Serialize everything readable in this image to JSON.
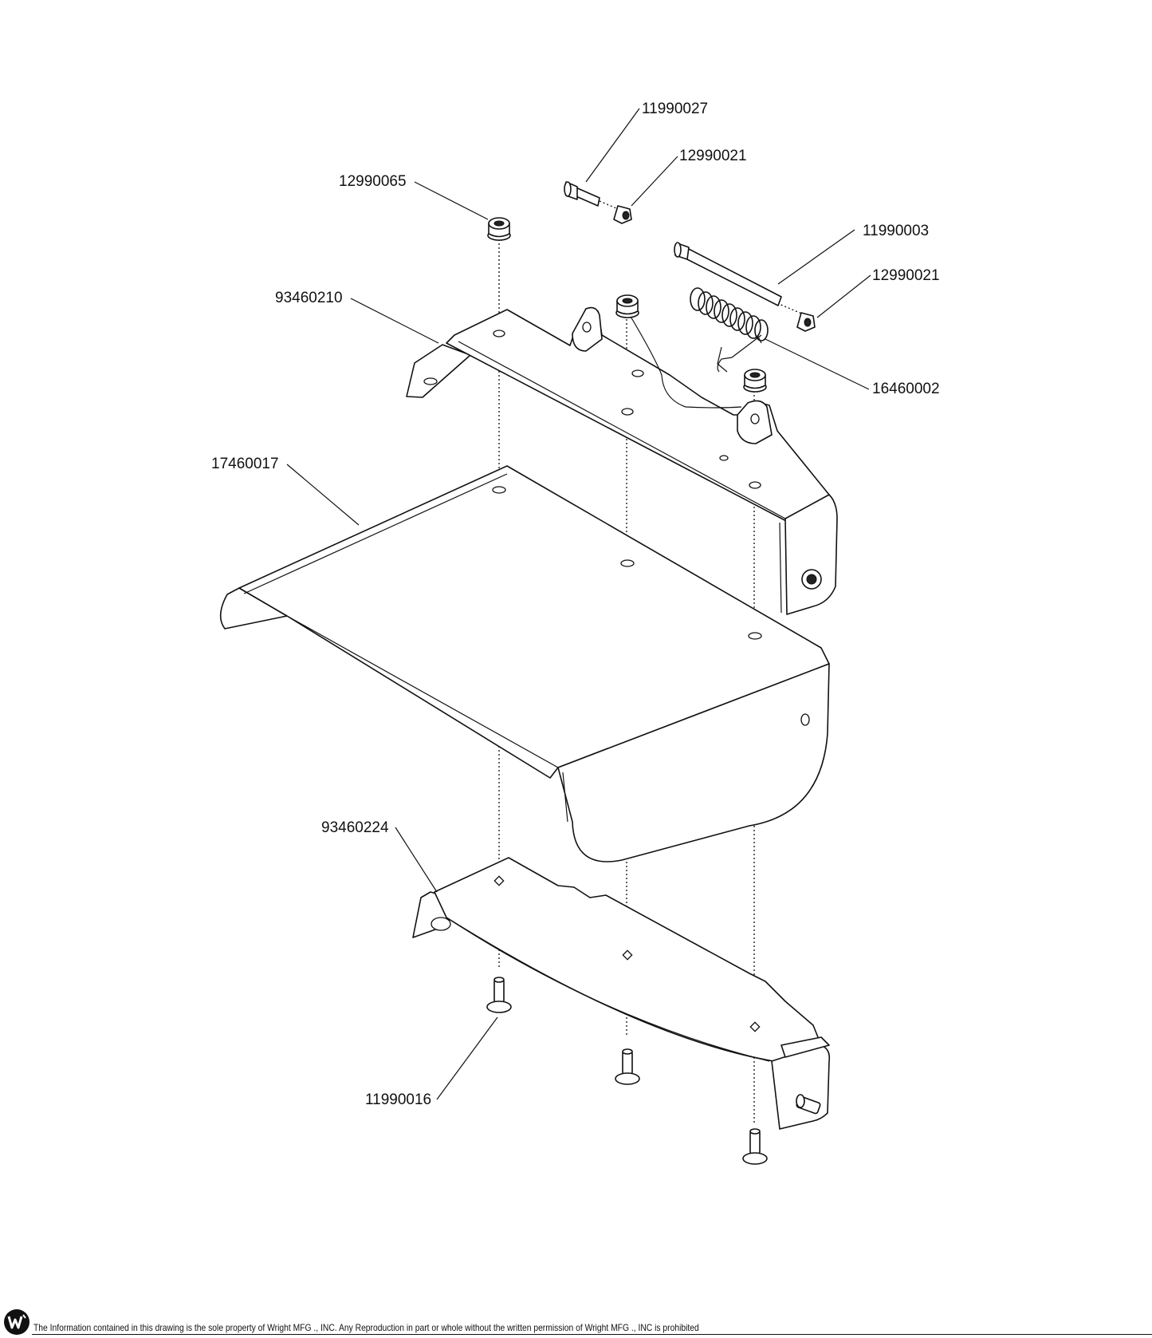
{
  "part_numbers": {
    "bolt_top": "11990027",
    "nut_top": "12990021",
    "flange_nut_left": "12990065",
    "long_bolt": "11990003",
    "nut_right": "12990021",
    "bracket_top": "93460210",
    "spring": "16460002",
    "deck_plate": "17460017",
    "bracket_bottom": "93460224",
    "carriage_bolt": "11990016"
  },
  "footer": {
    "notice": "The Information contained in this drawing is the sole property of Wright MFG ., INC. Any Reproduction in part or whole without the written permission of Wright MFG ., INC is prohibited",
    "logo_icon": "wright-logo-icon"
  },
  "colors": {
    "line": "#111111",
    "background": "#ffffff"
  }
}
